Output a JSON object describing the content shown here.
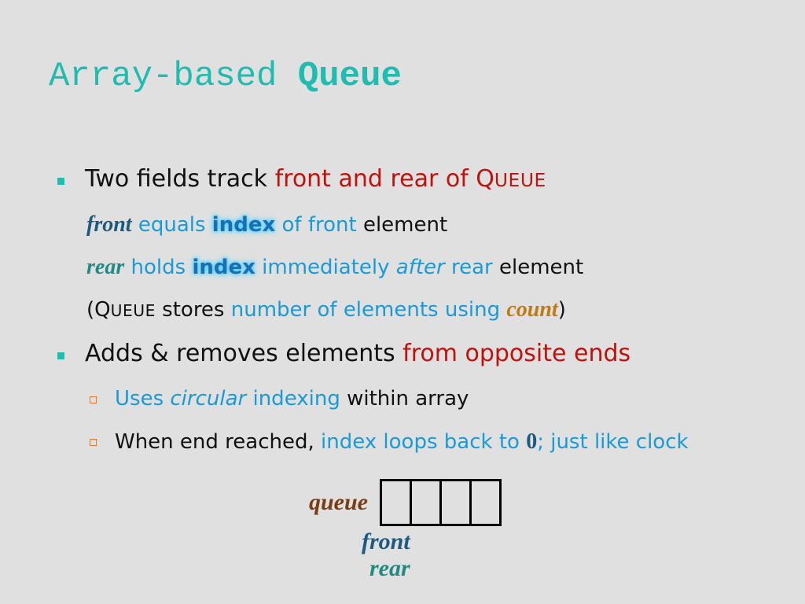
{
  "title": {
    "plain": "Array-based ",
    "bold": "Queue"
  },
  "bullets": {
    "b1": {
      "text_plain": "Two fields track ",
      "text_red": "front and rear of ",
      "queue_q": "Q",
      "queue_rest": "UEUE"
    },
    "line_front": {
      "front": "front",
      "equals": " equals ",
      "index": "index",
      "of_front": " of front",
      "element": " element"
    },
    "line_rear": {
      "rear": "rear",
      "holds": " holds ",
      "index": "index",
      "immediately": " immediately ",
      "after": "after",
      "rear_word": " rear",
      "element": " element"
    },
    "line_count": {
      "open": "(",
      "queue_q": "Q",
      "queue_rest": "UEUE",
      "stores": " stores ",
      "number": "number of elements using ",
      "count": "count",
      "close": ")"
    },
    "b2": {
      "text_plain": "Adds & removes elements ",
      "text_red": "from opposite ends"
    },
    "sub1": {
      "uses": "Uses ",
      "circular": "circular",
      "indexing": " indexing",
      "within": " within array"
    },
    "sub2": {
      "when": "When end reached, ",
      "loops": "index loops back to ",
      "zero": "0",
      "semi": ";",
      "clock": " just like clock"
    }
  },
  "diagram": {
    "queue_label": "queue",
    "front_label": "front",
    "rear_label": "rear",
    "cell_count": 4
  },
  "colors": {
    "background": "#e0e0e0",
    "title": "#1fbcb0",
    "red": "#c0120c",
    "blue": "#1a9ad6"
  }
}
